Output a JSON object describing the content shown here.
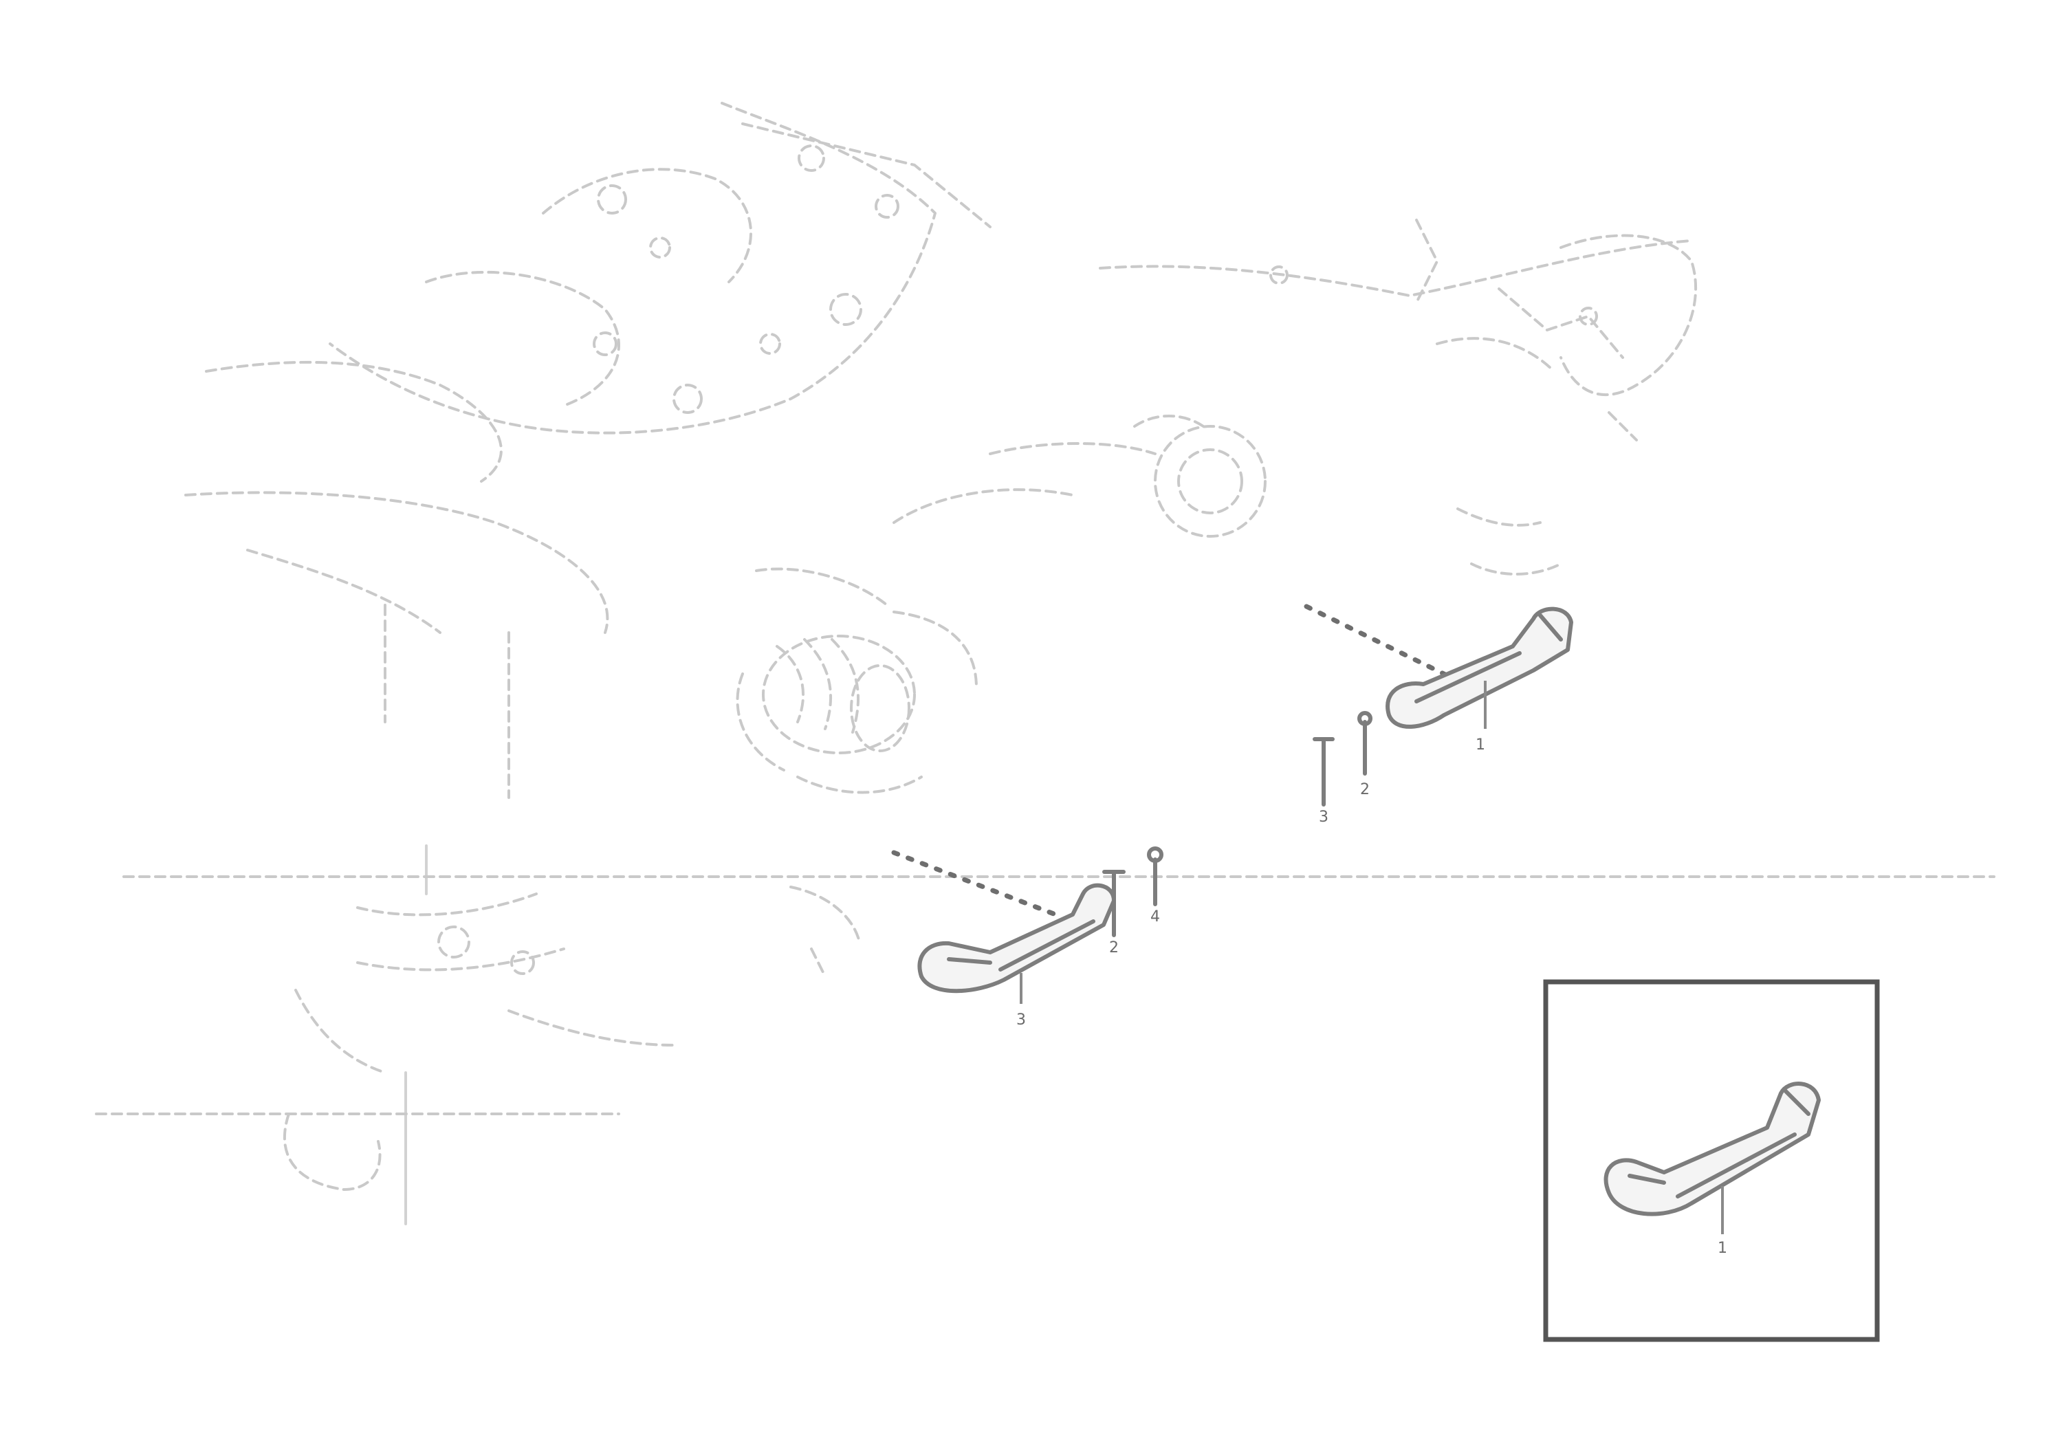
{
  "drawing": {
    "callouts": [
      {
        "id": "c1",
        "label": "1"
      },
      {
        "id": "c2",
        "label": "2"
      },
      {
        "id": "c3",
        "label": "3"
      },
      {
        "id": "c4",
        "label": "4"
      },
      {
        "id": "c5",
        "label": "2"
      },
      {
        "id": "c6",
        "label": "3"
      },
      {
        "id": "c7",
        "label": "1"
      }
    ],
    "reference": {
      "line1": "",
      "line2": "",
      "code": ""
    }
  }
}
